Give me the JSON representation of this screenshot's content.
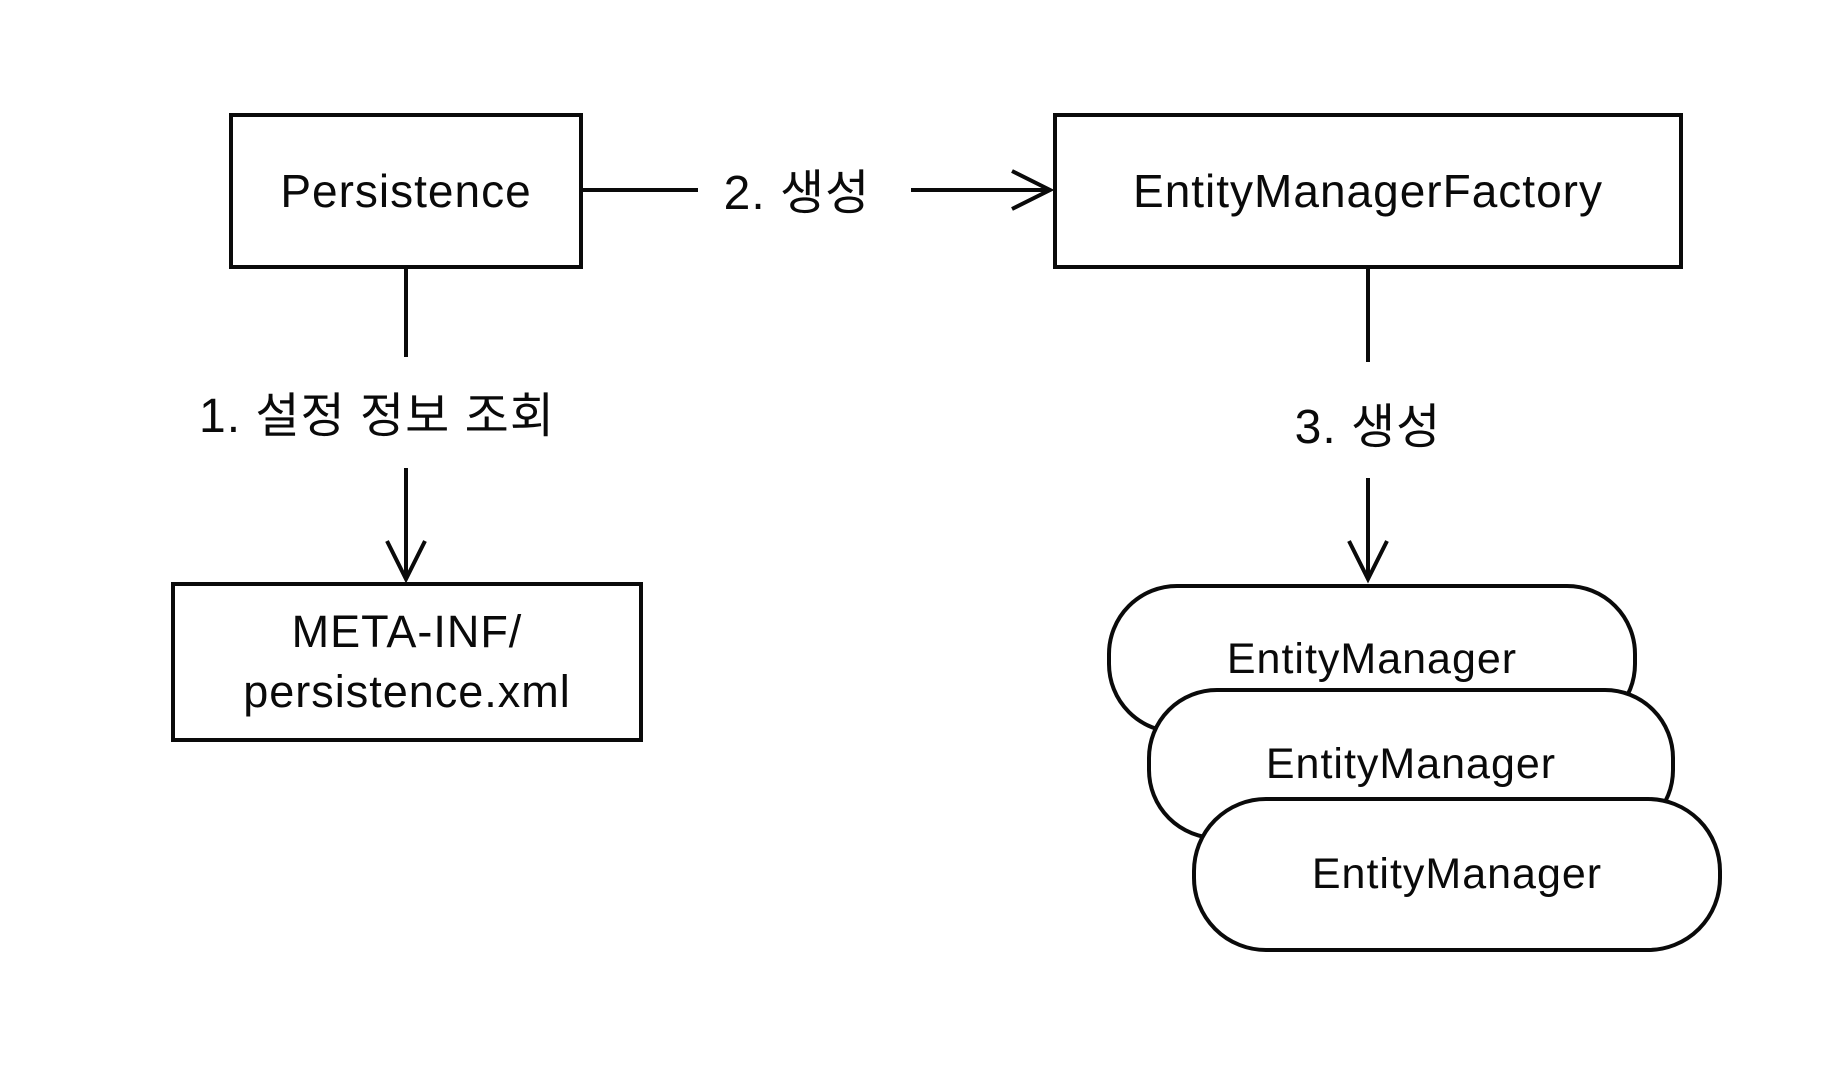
{
  "diagram": {
    "title": "JPA Persistence / EntityManagerFactory creation flow",
    "background_color": "#ffffff",
    "stroke_color": "#0a0a0a",
    "nodes": {
      "persistence": {
        "label": "Persistence"
      },
      "entity_manager_factory": {
        "label": "EntityManagerFactory"
      },
      "meta_inf": {
        "label_line1": "META-INF/",
        "label_line2": "persistence.xml"
      },
      "entity_managers": [
        {
          "label": "EntityManager"
        },
        {
          "label": "EntityManager"
        },
        {
          "label": "EntityManager"
        }
      ]
    },
    "edges": {
      "step1": {
        "label": "1. 설정 정보 조회",
        "from": "Persistence",
        "to": "META-INF/persistence.xml"
      },
      "step2": {
        "label": "2. 생성",
        "from": "Persistence",
        "to": "EntityManagerFactory"
      },
      "step3": {
        "label": "3. 생성",
        "from": "EntityManagerFactory",
        "to": "EntityManager"
      }
    }
  }
}
